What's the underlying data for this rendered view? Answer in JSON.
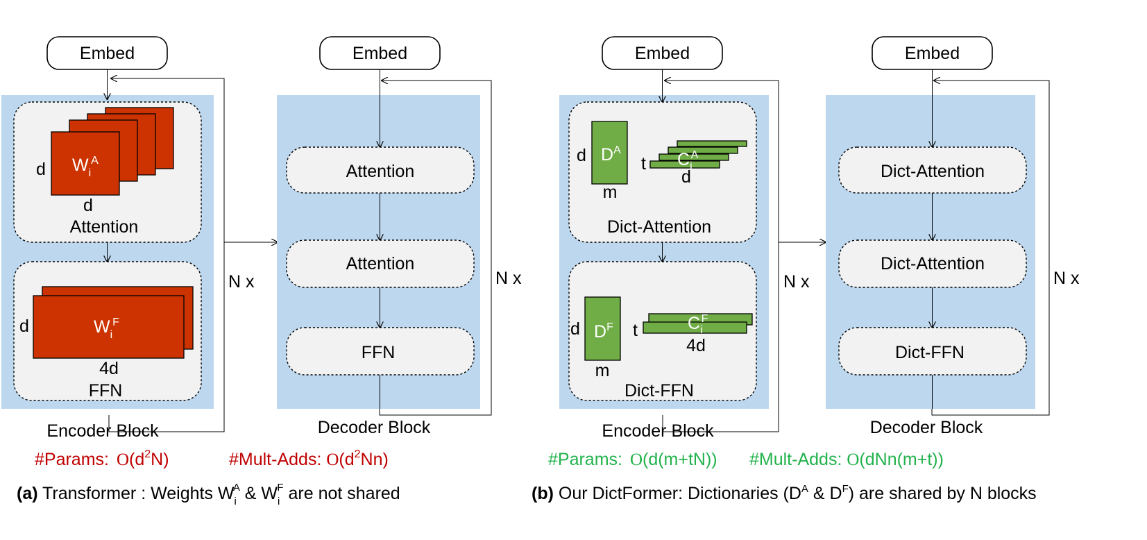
{
  "embed_label": "Embed",
  "left": {
    "encoder": {
      "attention": {
        "label": "Attention",
        "dim_left": "d",
        "dim_bottom": "d",
        "matrix": "W",
        "matrix_sub": "i",
        "matrix_sup": "A"
      },
      "ffn": {
        "label": "FFN",
        "dim_left": "d",
        "dim_bottom": "4d",
        "matrix": "W",
        "matrix_sub": "i",
        "matrix_sup": "F"
      },
      "title": "Encoder Block",
      "repeat": "N x"
    },
    "decoder": {
      "items": [
        "Attention",
        "Attention",
        "FFN"
      ],
      "title": "Decoder Block",
      "repeat": "N x"
    },
    "params": {
      "label": "#Params: ",
      "o": "O",
      "pre": "(d",
      "sup": "2",
      "post": "N)"
    },
    "mult": {
      "label": "#Mult-Adds: ",
      "o": "O",
      "pre": "(d",
      "sup": "2",
      "post": "Nn)"
    },
    "caption": {
      "tag": "(a)",
      "text1": " Transformer : Weights W",
      "sub1": "i",
      "sup1": "A",
      "text2": " & W",
      "sub2": "i",
      "sup2": "F",
      "text3": " are not shared"
    }
  },
  "right": {
    "encoder": {
      "attention": {
        "label": "Dict-Attention",
        "dict_dim_left": "d",
        "dict_dim_bottom": "m",
        "dict": "D",
        "dict_sup": "A",
        "coef_left": "t",
        "coef_bottom": "d",
        "coef": "C",
        "coef_sub": "i",
        "coef_sup": "A"
      },
      "ffn": {
        "label": "Dict-FFN",
        "dict_dim_left": "d",
        "dict_dim_bottom": "m",
        "dict": "D",
        "dict_sup": "F",
        "coef_left": "t",
        "coef_bottom": "4d",
        "coef": "C",
        "coef_sub": "i",
        "coef_sup": "F"
      },
      "title": "Encoder Block",
      "repeat": "N x"
    },
    "decoder": {
      "items": [
        "Dict-Attention",
        "Dict-Attention",
        "Dict-FFN"
      ],
      "title": "Decoder Block",
      "repeat": "N x"
    },
    "params": {
      "label": "#Params: ",
      "o": "O",
      "text": "(d(m+tN))"
    },
    "mult": {
      "label": "#Mult-Adds: ",
      "o": "O",
      "text": "(dNn(m+t))"
    },
    "caption": {
      "tag": "(b)",
      "text1": " Our DictFormer: Dictionaries (D",
      "sup1": "A",
      "text2": " & D",
      "sup2": "F",
      "text3": ") are shared by N blocks"
    }
  },
  "colors": {
    "block_fill": "#bdd7ee",
    "weights_red": "#cc3300",
    "dict_green": "#70ad47",
    "text_red": "#c00000",
    "text_green": "#22b24c"
  }
}
